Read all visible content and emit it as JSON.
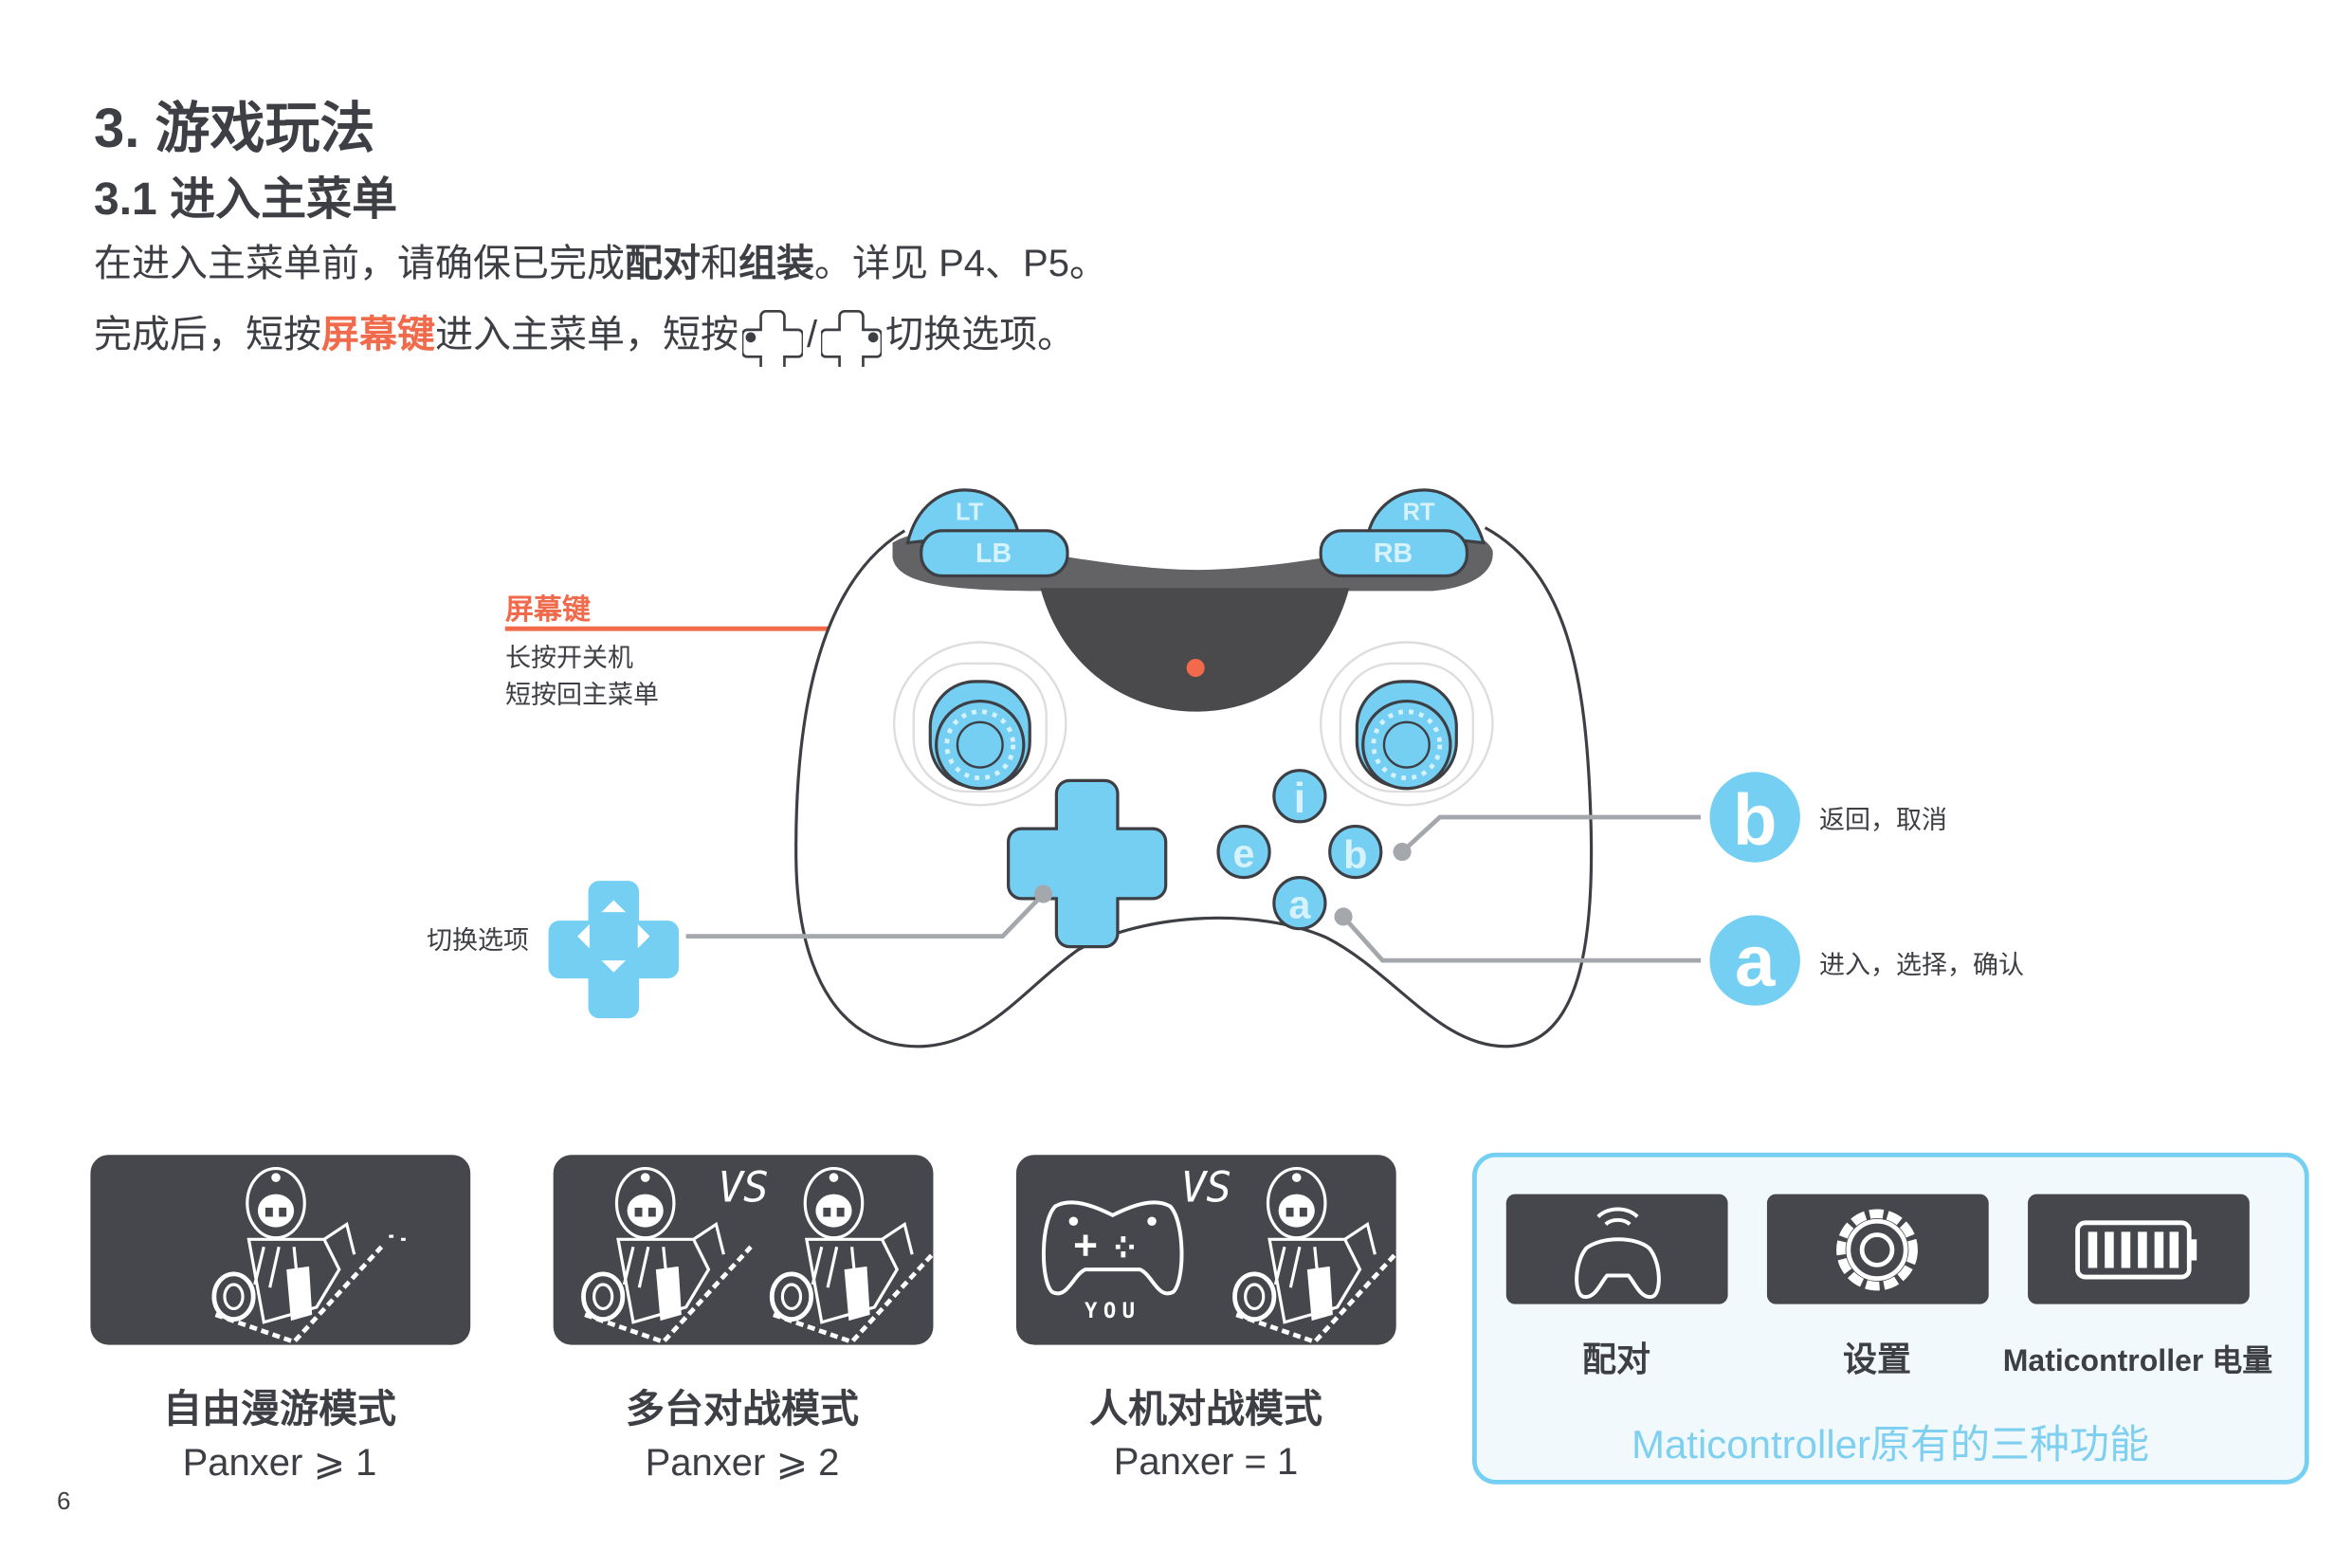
{
  "heading": {
    "title": "3. 游戏玩法",
    "subtitle": "3.1 进入主菜单"
  },
  "intro": {
    "line1_a": "在进入主菜单前，请确保已完成",
    "line1_b": "配对",
    "line1_c": "和",
    "line1_d": "组装",
    "line1_e": "。详见 P4、P5。",
    "line2_a": "完成后，短按",
    "line2_b": "屏幕键",
    "line2_c": "进入主菜单，短按",
    "line2_sep": "/",
    "line2_d": "切换选项。"
  },
  "controller": {
    "buttons": {
      "lt": "LT",
      "lb": "LB",
      "rt": "RT",
      "rb": "RB"
    },
    "screen_key": {
      "title": "屏幕键",
      "line1": "长按开关机",
      "line2": "短按回主菜单"
    },
    "dpad_label": "切换选项",
    "b_label": "返回，取消",
    "a_label": "进入，选择，确认"
  },
  "modes": [
    {
      "title": "自由漫游模式",
      "sub": "Panxer ⩾ 1"
    },
    {
      "title": "多台对战模式",
      "sub": "Panxer ⩾ 2",
      "vs": "VS"
    },
    {
      "title": "人机对战模式",
      "sub": "Panxer = 1",
      "vs": "VS",
      "you": "YOU"
    }
  ],
  "functions": {
    "items": [
      {
        "label": "配对"
      },
      {
        "label": "设置"
      },
      {
        "label": "Maticontroller 电量"
      }
    ],
    "footer": "Maticontroller原有的三种功能"
  },
  "page_number": "6",
  "colors": {
    "text": "#3d3f44",
    "accent": "#f06a4b",
    "blue": "#74cff3",
    "dark": "#45474c"
  }
}
